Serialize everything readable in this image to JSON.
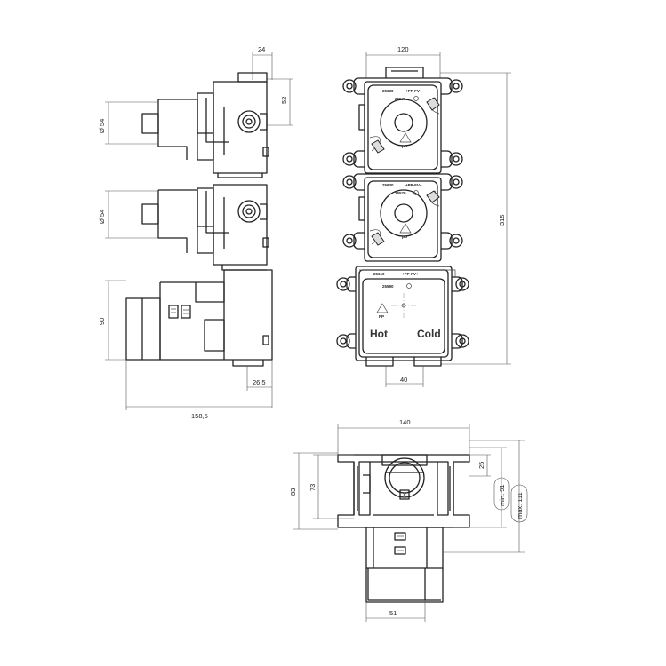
{
  "side_view": {
    "dim_24": "24",
    "dim_52": "52",
    "dim_diam1": "Ø 54",
    "dim_diam2": "Ø 54",
    "dim_90": "90",
    "dim_26_5": "26,5",
    "dim_158_5": "158,5"
  },
  "front_view": {
    "dim_120": "120",
    "dim_315": "315",
    "dim_40": "40",
    "label_hot": "Hot",
    "label_cold": "Cold",
    "mod1_code": "25630",
    "mod1_mark": "+PP-FV+",
    "mod1_code2": "25570",
    "mod2_code": "25630",
    "mod2_mark": "+PP-FV+",
    "mod2_code2": "25570",
    "mod3_code": "25610",
    "mod3_mark": "+PP-FV+",
    "mod3_code2": "25590",
    "recycle_label": "PP"
  },
  "bottom_view": {
    "dim_140": "140",
    "dim_83": "83",
    "dim_73": "73",
    "dim_25": "25",
    "dim_min91": "min. 91",
    "dim_max111": "max. 111",
    "dim_51": "51"
  }
}
